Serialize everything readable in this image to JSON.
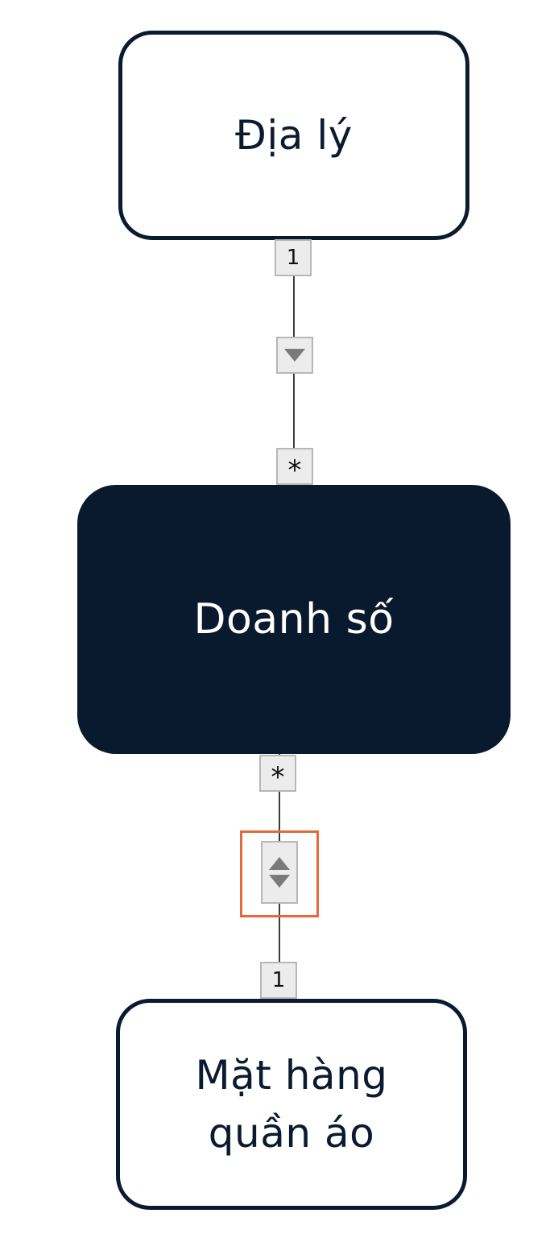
{
  "tables": [
    {
      "id": "geo",
      "name": "Địa lý",
      "style": "light"
    },
    {
      "id": "sales",
      "name": "Doanh số",
      "style": "dark"
    },
    {
      "id": "clothes",
      "name": "Mặt hàng\nquần áo",
      "style": "light"
    }
  ],
  "relationships": [
    {
      "from": "Địa lý",
      "to": "Doanh số",
      "from_cardinality": "1",
      "to_cardinality": "*",
      "cross_filter": "single",
      "selected": false
    },
    {
      "from": "Doanh số",
      "to": "Mặt hàng quần áo",
      "from_cardinality": "*",
      "to_cardinality": "1",
      "cross_filter": "both",
      "selected": true
    }
  ],
  "colors": {
    "dark_box": "#091a2e",
    "light_box_border": "#0b1b2f",
    "selection": "#e46a3b",
    "badge_bg": "#ececec"
  }
}
